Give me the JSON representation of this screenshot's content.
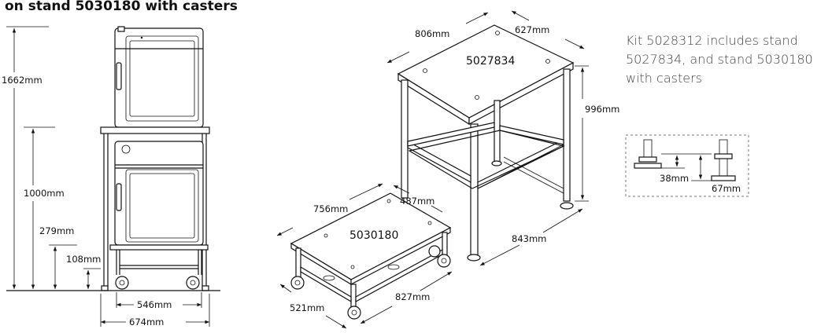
{
  "title": "on stand 5030180 with casters",
  "description": "Kit 5028312 includes stand 5027834, and stand 5030180 with casters",
  "front_view": {
    "height_total": "1662mm",
    "height_stand": "1000mm",
    "height_lower_stand": "279mm",
    "height_base": "108mm",
    "width_inner": "546mm",
    "width_outer": "674mm"
  },
  "tall_stand": {
    "model": "5027834",
    "width": "806mm",
    "depth": "627mm",
    "height": "996mm",
    "length": "843mm"
  },
  "caster_stand": {
    "model": "5030180",
    "width": "756mm",
    "depth": "487mm",
    "height": "521mm",
    "length": "827mm"
  },
  "detail": {
    "foot_height_a": "38mm",
    "foot_height_b": "67mm"
  }
}
